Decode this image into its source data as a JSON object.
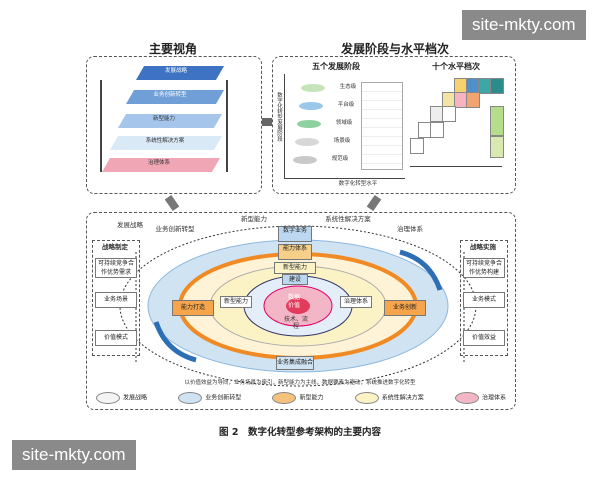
{
  "watermarks": {
    "top": "site-mkty.com",
    "bottom": "site-mkty.com"
  },
  "top_left": {
    "title": "主要视角",
    "stack_labels": [
      "发展战略",
      "业务创新转型",
      "新型能力",
      "系统性解决方案",
      "治理体系"
    ]
  },
  "top_right": {
    "title": "发展阶段与水平档次",
    "left_sub": "五个发展阶段",
    "right_sub": "十个水平档次",
    "axis_x": "数字化转型水平",
    "axis_y": "数字化转型发展阶段",
    "stage_labels": [
      "规范级",
      "场景级",
      "领域级",
      "平台级",
      "生态级"
    ]
  },
  "bottom": {
    "label_strategy": "发展战略",
    "label_business": "业务创新转型",
    "label_capability": "新型能力",
    "label_solution": "系统性解决方案",
    "label_governance": "治理体系",
    "left_group": {
      "title": "战略制定",
      "items": [
        "可持续竞争合作优势需求",
        "业务场景",
        "价值模式"
      ]
    },
    "right_group": {
      "title": "战略实施",
      "items": [
        "可持续竞争合作优势构建",
        "业务模式",
        "价值效益"
      ]
    },
    "ring_top": [
      "数字业务",
      "能力体系",
      "新型能力",
      "建设"
    ],
    "center_top": "数据",
    "center_bottom": "技术、流程",
    "center_core": "价值",
    "mid_left": "新型能力",
    "mid_right": "治理体系",
    "orange_left": "能力打造",
    "orange_right": "业务创新",
    "bottom_box": "业务集成融合",
    "axis_note": "以价值效益为导向，业务场景为牵引，新型能力为主线，数据要素为驱动，系统推进数字化转型"
  },
  "legend": [
    {
      "label": "发展战略",
      "color": "#f4f4f4"
    },
    {
      "label": "业务创新转型",
      "color": "#cfe3f3"
    },
    {
      "label": "新型能力",
      "color": "#f4c27d"
    },
    {
      "label": "系统性解决方案",
      "color": "#fbf3c6"
    },
    {
      "label": "治理体系",
      "color": "#f3b6c6"
    }
  ],
  "caption": "图 2　数字化转型参考架构的主要内容"
}
